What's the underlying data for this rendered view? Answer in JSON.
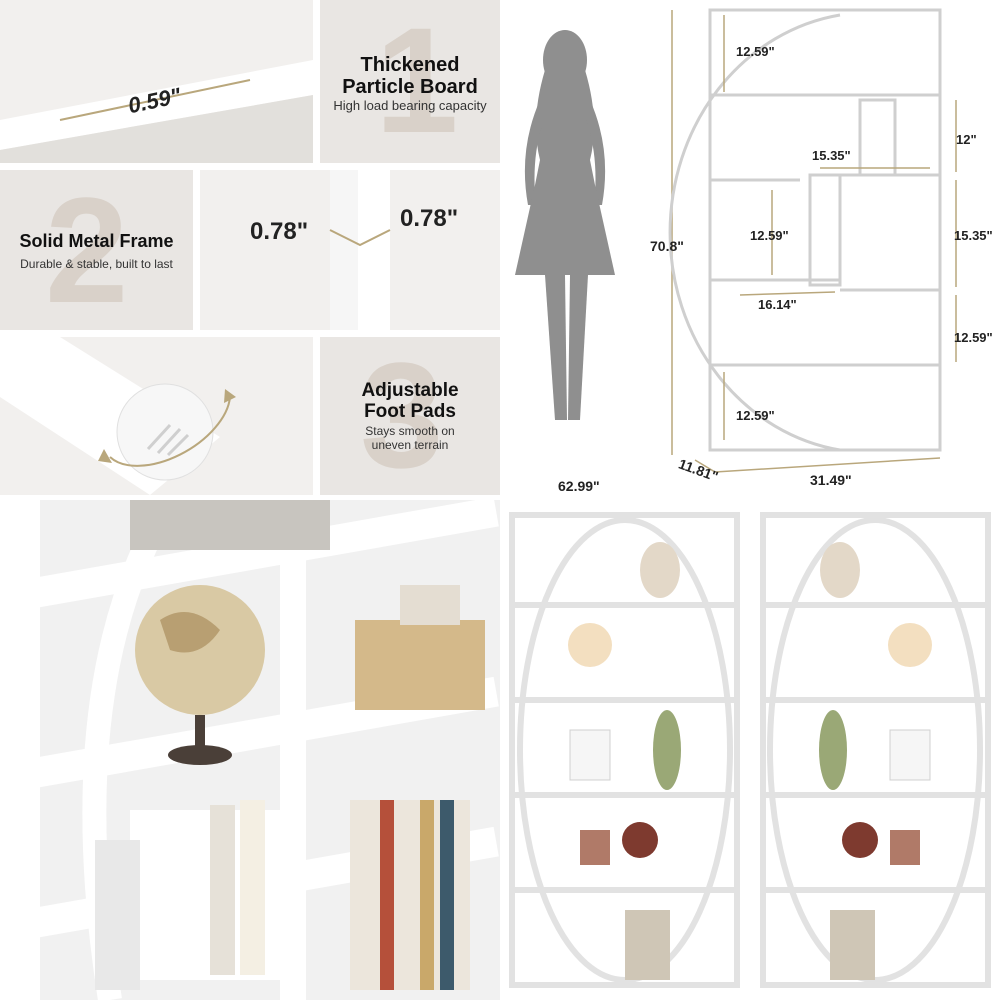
{
  "features": {
    "thickness": {
      "value": "0.59\""
    },
    "particle_board": {
      "number": "1",
      "title_line1": "Thickened",
      "title_line2": "Particle Board",
      "subtitle": "High load bearing capacity"
    },
    "metal_frame": {
      "number": "2",
      "title": "Solid Metal Frame",
      "subtitle": "Durable & stable, built to last"
    },
    "frame_size": {
      "left": "0.78\"",
      "right": "0.78\""
    },
    "foot_pads": {
      "number": "3",
      "title_line1": "Adjustable",
      "title_line2": "Foot Pads",
      "subtitle_line1": "Stays smooth on",
      "subtitle_line2": "uneven terrain"
    }
  },
  "dimensions": {
    "person_height": "62.99\"",
    "total_height": "70.8\"",
    "depth": "11.81\"",
    "width": "31.49\"",
    "top_shelf": "12.59\"",
    "right_top": "12\"",
    "inner_width_top": "15.35\"",
    "right_middle": "15.35\"",
    "inner_height": "12.59\"",
    "inner_width_bottom": "16.14\"",
    "right_bottom": "12.59\"",
    "bottom_shelf": "12.59\""
  },
  "colors": {
    "accent_gold": "#b9a77c",
    "panel_gray": "#e9e6e3",
    "number_beige": "#d9d1c9",
    "silhouette": "#8f8f8f"
  }
}
